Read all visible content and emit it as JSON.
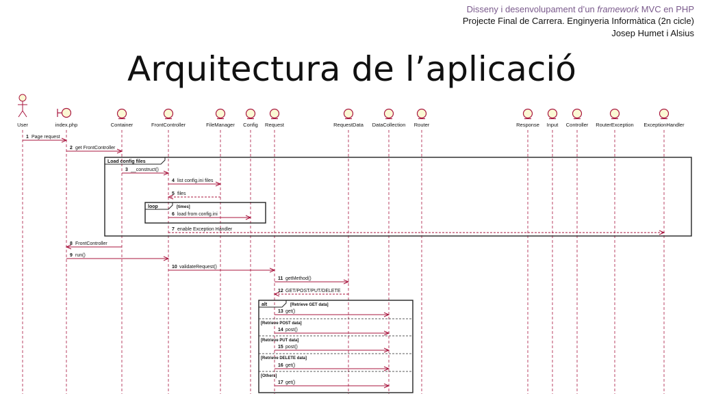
{
  "header": {
    "line1_pre": "Disseny i desenvolupament d’un ",
    "line1_italic": "framework",
    "line1_post": " MVC en PHP",
    "line2": "Projecte Final de Carrera. Enginyeria Informàtica (2n cicle)",
    "line3": "Josep Humet i Alsius"
  },
  "title": "Arquitectura de l’aplicació",
  "diagram": {
    "participants": [
      {
        "name": "User",
        "kind": "actor"
      },
      {
        "name": "index.php",
        "kind": "boundary"
      },
      {
        "name": "Container",
        "kind": "entity"
      },
      {
        "name": "FrontController",
        "kind": "entity"
      },
      {
        "name": "FileManager",
        "kind": "entity"
      },
      {
        "name": "Config",
        "kind": "entity"
      },
      {
        "name": "Request",
        "kind": "entity"
      },
      {
        "name": "RequestData",
        "kind": "entity"
      },
      {
        "name": "DataCollection",
        "kind": "entity"
      },
      {
        "name": "Router",
        "kind": "entity"
      },
      {
        "name": "Response",
        "kind": "entity"
      },
      {
        "name": "Input",
        "kind": "entity"
      },
      {
        "name": "Controller",
        "kind": "entity"
      },
      {
        "name": "RouterException",
        "kind": "entity"
      },
      {
        "name": "ExceptionHandler",
        "kind": "entity"
      }
    ],
    "messages": [
      {
        "num": "1",
        "text": "Page request",
        "from": "User",
        "to": "index.php",
        "dashed": false
      },
      {
        "num": "2",
        "text": "get FrontController",
        "from": "index.php",
        "to": "Container",
        "dashed": false
      },
      {
        "num": "3",
        "text": "__construct()",
        "from": "Container",
        "to": "FrontController",
        "dashed": false
      },
      {
        "num": "4",
        "text": "list config.ini files",
        "from": "FrontController",
        "to": "FileManager",
        "dashed": false
      },
      {
        "num": "5",
        "text": "files",
        "from": "FileManager",
        "to": "FrontController",
        "dashed": true
      },
      {
        "num": "6",
        "text": "load from config.ini",
        "from": "FrontController",
        "to": "Config",
        "dashed": false
      },
      {
        "num": "7",
        "text": "enable Exception Handler",
        "from": "FrontController",
        "to": "ExceptionHandler",
        "dashed": true
      },
      {
        "num": "8",
        "text": "FrontController",
        "from": "Container",
        "to": "index.php",
        "dashed": false
      },
      {
        "num": "9",
        "text": "run()",
        "from": "index.php",
        "to": "FrontController",
        "dashed": false
      },
      {
        "num": "10",
        "text": "validateRequest()",
        "from": "FrontController",
        "to": "Request",
        "dashed": false
      },
      {
        "num": "11",
        "text": "getMethod()",
        "from": "Request",
        "to": "RequestData",
        "dashed": false
      },
      {
        "num": "12",
        "text": "GET/POST/PUT/DELETE",
        "from": "RequestData",
        "to": "Request",
        "dashed": true
      },
      {
        "num": "13",
        "text": "get()",
        "from": "Request",
        "to": "DataCollection",
        "dashed": false
      },
      {
        "num": "14",
        "text": "post()",
        "from": "Request",
        "to": "DataCollection",
        "dashed": false
      },
      {
        "num": "15",
        "text": "post()",
        "from": "Request",
        "to": "DataCollection",
        "dashed": false
      },
      {
        "num": "16",
        "text": "get()",
        "from": "Request",
        "to": "DataCollection",
        "dashed": false
      },
      {
        "num": "17",
        "text": "get()",
        "from": "Request",
        "to": "DataCollection",
        "dashed": false
      }
    ],
    "fragments": [
      {
        "id": "load",
        "keyword": "Load config files",
        "guard": ""
      },
      {
        "id": "loop",
        "keyword": "loop",
        "guard": "[times]"
      },
      {
        "id": "alt",
        "keyword": "alt",
        "guard": "[Retrieve GET data]"
      }
    ],
    "alt_guards": [
      "[Retrieve POST data]",
      "[Retrieve PUT data]",
      "[Retrieve DELETE data]",
      "[Others]"
    ],
    "colors": {
      "lifeline": "#a8153e",
      "participant_fill": "#fbf9d4",
      "arrow": "#a8153e",
      "frame": "#222222"
    }
  }
}
